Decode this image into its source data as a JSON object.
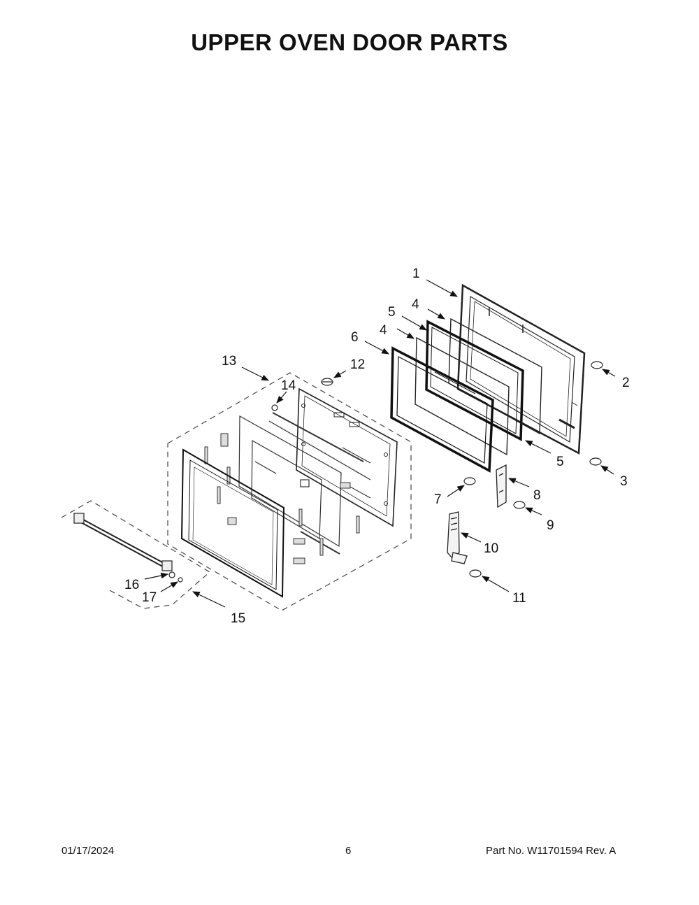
{
  "page": {
    "title": "UPPER OVEN DOOR PARTS"
  },
  "callouts": [
    {
      "id": "c1",
      "label": "1"
    },
    {
      "id": "c2",
      "label": "2"
    },
    {
      "id": "c3",
      "label": "3"
    },
    {
      "id": "c4a",
      "label": "4"
    },
    {
      "id": "c4b",
      "label": "4"
    },
    {
      "id": "c5a",
      "label": "5"
    },
    {
      "id": "c5b",
      "label": "5"
    },
    {
      "id": "c6",
      "label": "6"
    },
    {
      "id": "c7",
      "label": "7"
    },
    {
      "id": "c8",
      "label": "8"
    },
    {
      "id": "c9",
      "label": "9"
    },
    {
      "id": "c10",
      "label": "10"
    },
    {
      "id": "c11",
      "label": "11"
    },
    {
      "id": "c12",
      "label": "12"
    },
    {
      "id": "c13",
      "label": "13"
    },
    {
      "id": "c14",
      "label": "14"
    },
    {
      "id": "c15",
      "label": "15"
    },
    {
      "id": "c16",
      "label": "16"
    },
    {
      "id": "c17",
      "label": "17"
    }
  ],
  "footer": {
    "date": "01/17/2024",
    "page_number": "6",
    "part_number": "Part No.  W11701594  Rev.  A"
  }
}
